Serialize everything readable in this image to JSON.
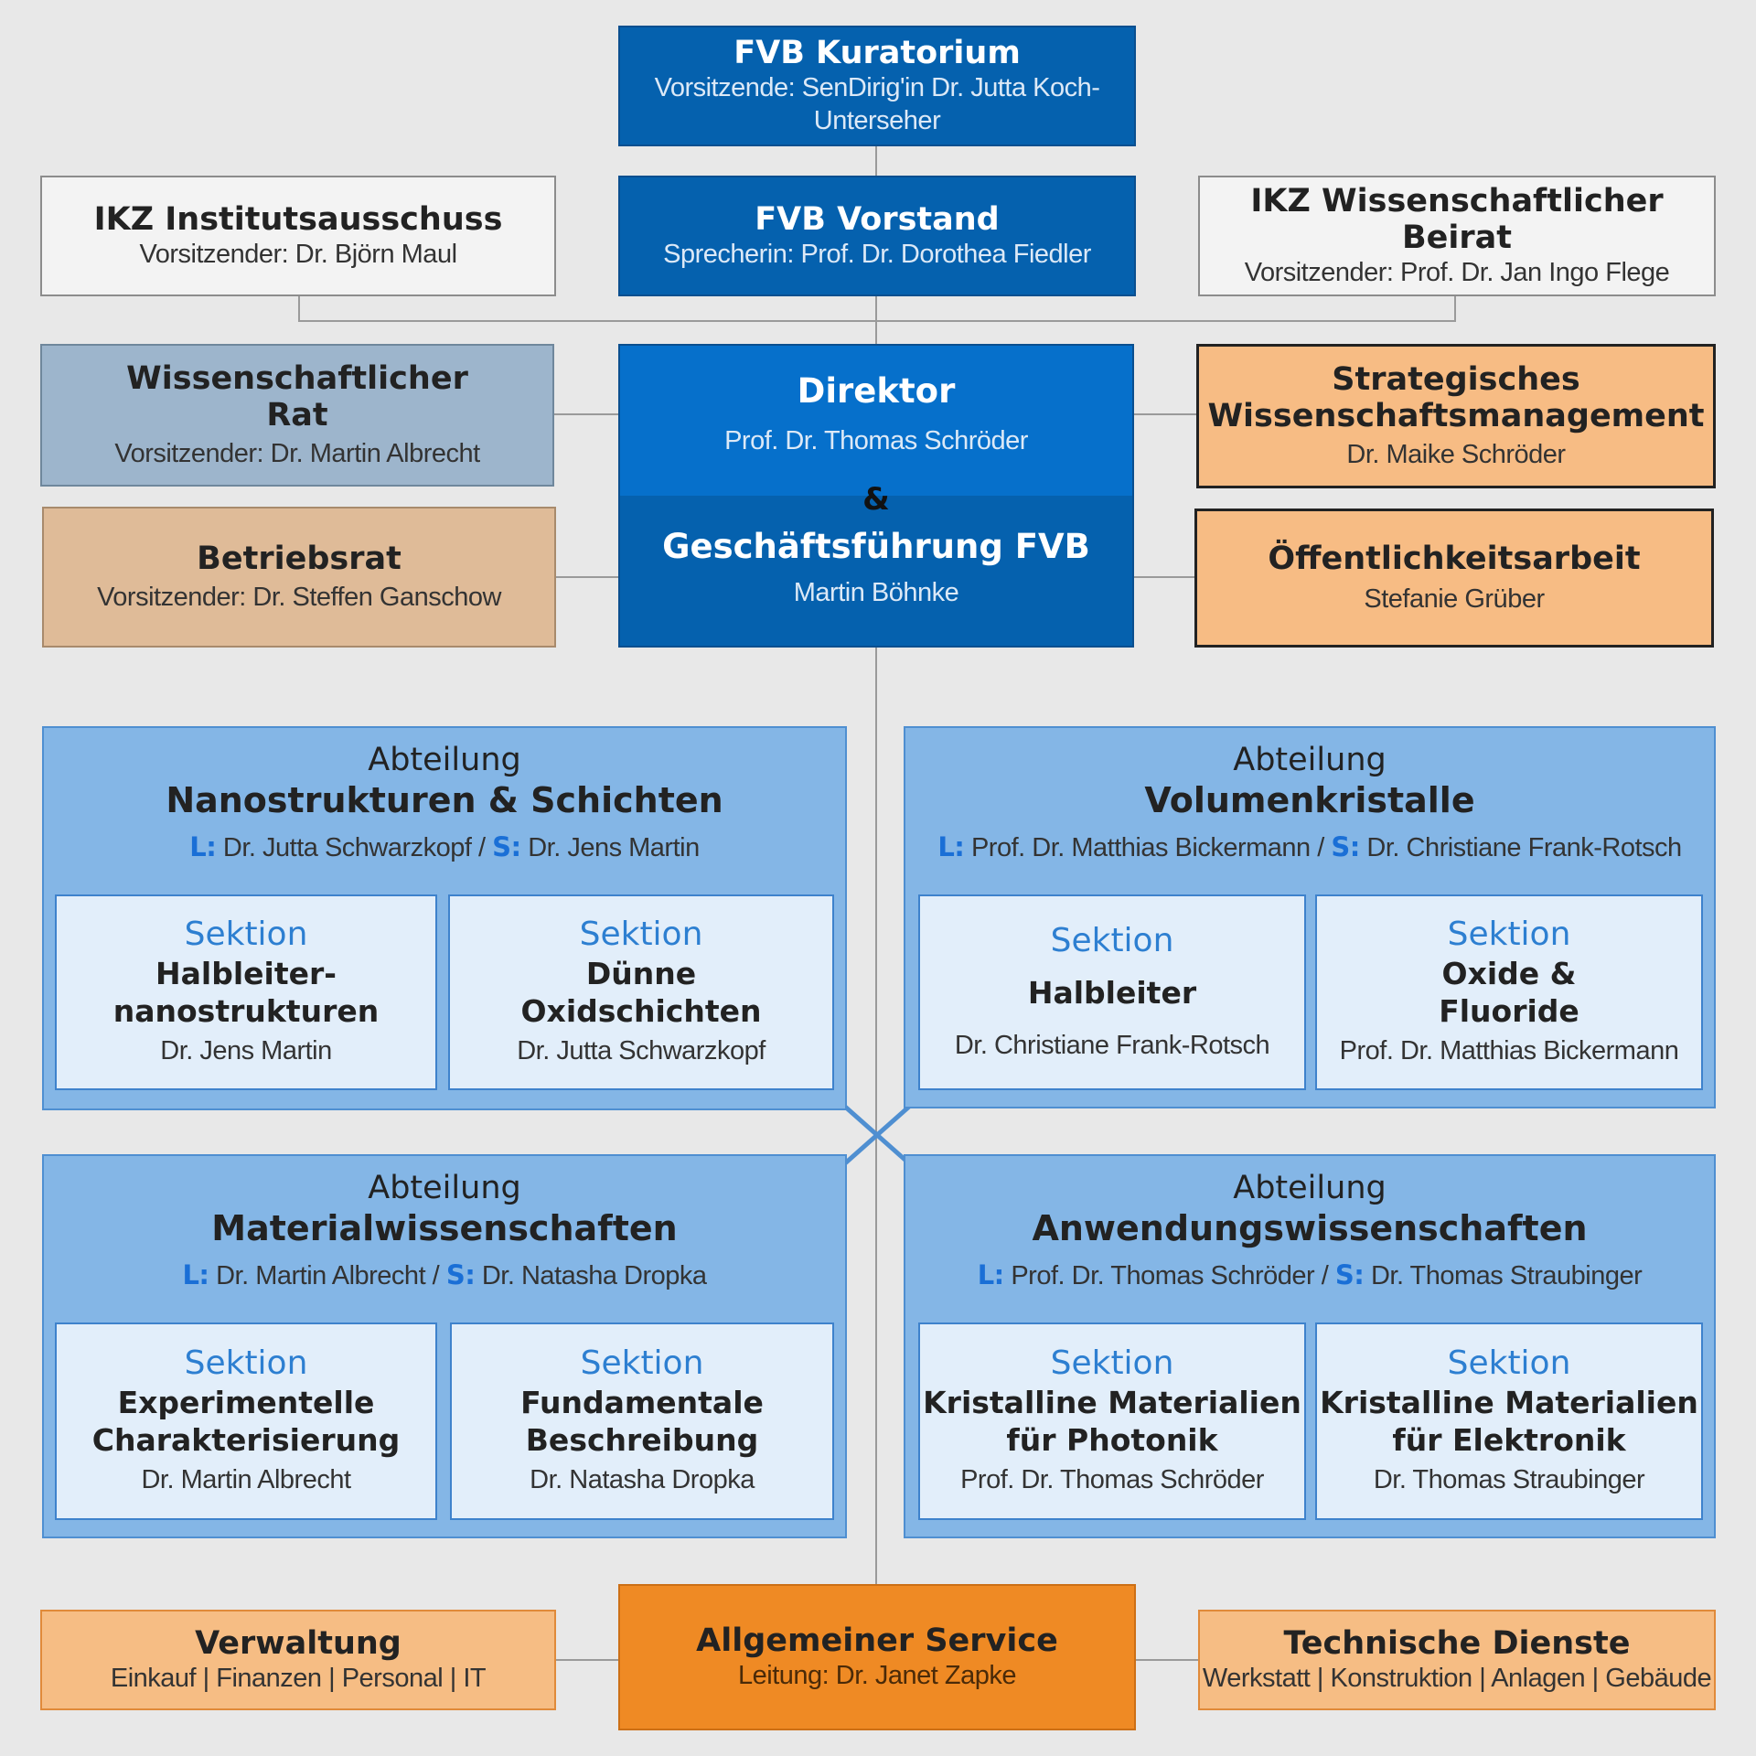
{
  "kuratorium": {
    "title": "FVB Kuratorium",
    "sub": "Vorsitzende: SenDirig'in Dr. Jutta Koch-Unterseher"
  },
  "vorstand": {
    "title": "FVB Vorstand",
    "sub": "Sprecherin: Prof. Dr. Dorothea Fiedler"
  },
  "institutsausschuss": {
    "title": "IKZ Institutsausschuss",
    "sub": "Vorsitzender: Dr. Björn Maul"
  },
  "beirat": {
    "title": "IKZ Wissenschaftlicher Beirat",
    "sub": "Vorsitzender: Prof. Dr. Jan Ingo Flege"
  },
  "rat": {
    "title1": "Wissenschaftlicher",
    "title2": "Rat",
    "sub": "Vorsitzender: Dr. Martin Albrecht"
  },
  "betriebsrat": {
    "title": "Betriebsrat",
    "sub": "Vorsitzender: Dr. Steffen Ganschow"
  },
  "strategisches": {
    "title1": "Strategisches",
    "title2": "Wissenschaftsmanagement",
    "sub": "Dr. Maike Schröder"
  },
  "oeffentlichkeit": {
    "title": "Öffentlichkeitsarbeit",
    "sub": "Stefanie Grüber"
  },
  "direktor": {
    "title": "Direktor",
    "name": "Prof. Dr. Thomas Schröder",
    "amp": "&",
    "gf_title": "Geschäftsführung FVB",
    "gf_name": "Martin Böhnke"
  },
  "departments": [
    {
      "label": "Abteilung",
      "name": "Nanostrukturen & Schichten",
      "l_key": "L:",
      "leader": "Dr. Jutta Schwarzkopf /",
      "s_key": "S:",
      "deputy": "Dr. Jens Martin",
      "sections": [
        {
          "label": "Sektion",
          "name1": "Halbleiter-",
          "name2": "nanostrukturen",
          "person": "Dr. Jens Martin"
        },
        {
          "label": "Sektion",
          "name1": "Dünne",
          "name2": "Oxidschichten",
          "person": "Dr. Jutta Schwarzkopf"
        }
      ]
    },
    {
      "label": "Abteilung",
      "name": "Volumenkristalle",
      "l_key": "L:",
      "leader": "Prof. Dr. Matthias Bickermann /",
      "s_key": "S:",
      "deputy": "Dr. Christiane Frank-Rotsch",
      "sections": [
        {
          "label": "Sektion",
          "name1": "Halbleiter",
          "name2": "",
          "person": "Dr. Christiane Frank-Rotsch"
        },
        {
          "label": "Sektion",
          "name1": "Oxide &",
          "name2": "Fluoride",
          "person": "Prof. Dr. Matthias Bickermann"
        }
      ]
    },
    {
      "label": "Abteilung",
      "name": "Materialwissenschaften",
      "l_key": "L:",
      "leader": "Dr. Martin Albrecht /",
      "s_key": "S:",
      "deputy": "Dr. Natasha Dropka",
      "sections": [
        {
          "label": "Sektion",
          "name1": "Experimentelle",
          "name2": "Charakterisierung",
          "person": "Dr. Martin Albrecht"
        },
        {
          "label": "Sektion",
          "name1": "Fundamentale",
          "name2": "Beschreibung",
          "person": "Dr. Natasha Dropka"
        }
      ]
    },
    {
      "label": "Abteilung",
      "name": "Anwendungswissenschaften",
      "l_key": "L:",
      "leader": "Prof. Dr. Thomas Schröder /",
      "s_key": "S:",
      "deputy": "Dr. Thomas Straubinger",
      "sections": [
        {
          "label": "Sektion",
          "name1": "Kristalline Materialien",
          "name2": "für Photonik",
          "person": "Prof. Dr. Thomas Schröder"
        },
        {
          "label": "Sektion",
          "name1": "Kristalline Materialien",
          "name2": "für Elektronik",
          "person": "Dr. Thomas Straubinger"
        }
      ]
    }
  ],
  "verwaltung": {
    "title": "Verwaltung",
    "sub": "Einkauf | Finanzen | Personal | IT"
  },
  "service": {
    "title": "Allgemeiner Service",
    "sub": "Leitung: Dr. Janet Zapke"
  },
  "technische": {
    "title": "Technische Dienste",
    "sub": "Werkstatt | Konstruktion | Anlagen | Gebäude"
  }
}
